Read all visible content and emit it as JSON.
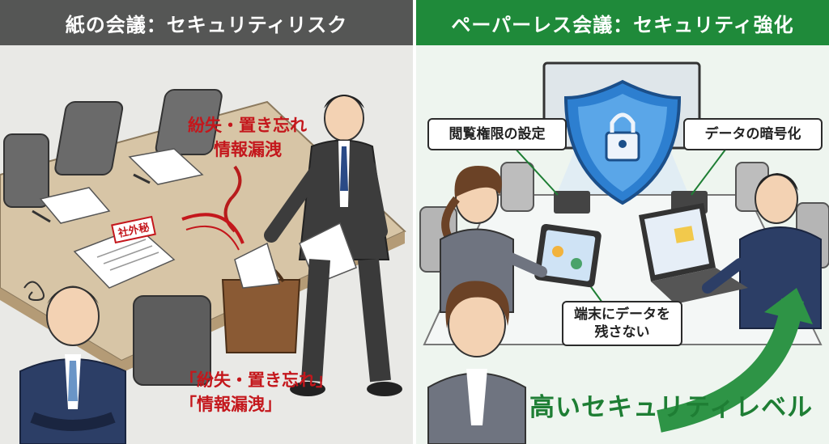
{
  "left": {
    "title": "紙の会議：セキュリティリスク",
    "risk_label_line1": "紛失・置き忘れ",
    "risk_label_line2": "情報漏洩",
    "bottom_label_line1": "「紛失・置き忘れ」",
    "bottom_label_line2": "「情報漏洩」",
    "stamp_text": "社外秘"
  },
  "right": {
    "title": "ペーパーレス会議：セキュリティ強化",
    "access_label": "閲覧権限の設定",
    "encrypt_label": "データの暗号化",
    "device_label_line1": "端末にデータを",
    "device_label_line2": "残さない",
    "bottom_text": "高いセキュリティレベル"
  },
  "colors": {
    "left_header": "#555655",
    "right_header": "#1f8a3a",
    "risk_red": "#c4171c",
    "secure_green": "#1e7e34",
    "shield_blue": "#2d7fd0"
  }
}
